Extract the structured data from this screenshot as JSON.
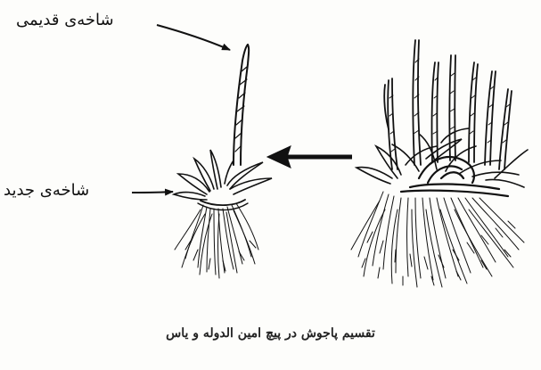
{
  "labels": {
    "old_shoot": "شاخه‌ی قدیمی",
    "new_shoot": "شاخه‌ی جدید"
  },
  "caption": "تقسیم پاجوش در پیچ امین الدوله و یاس",
  "colors": {
    "ink": "#111111",
    "background": "#fdfdfb"
  }
}
